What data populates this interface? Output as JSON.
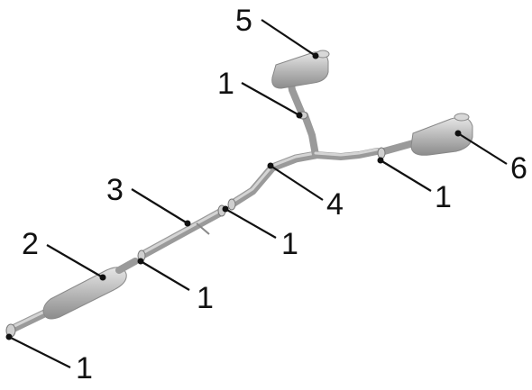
{
  "diagram": {
    "callouts": [
      {
        "id": "part-5",
        "label": "5"
      },
      {
        "id": "part-1-flange-upper",
        "label": "1"
      },
      {
        "id": "part-6",
        "label": "6"
      },
      {
        "id": "part-1-flange-right",
        "label": "1"
      },
      {
        "id": "part-4",
        "label": "4"
      },
      {
        "id": "part-3",
        "label": "3"
      },
      {
        "id": "part-1-flange-mid",
        "label": "1"
      },
      {
        "id": "part-2",
        "label": "2"
      },
      {
        "id": "part-1-flange-lower",
        "label": "1"
      },
      {
        "id": "part-1-flange-front",
        "label": "1"
      }
    ]
  }
}
